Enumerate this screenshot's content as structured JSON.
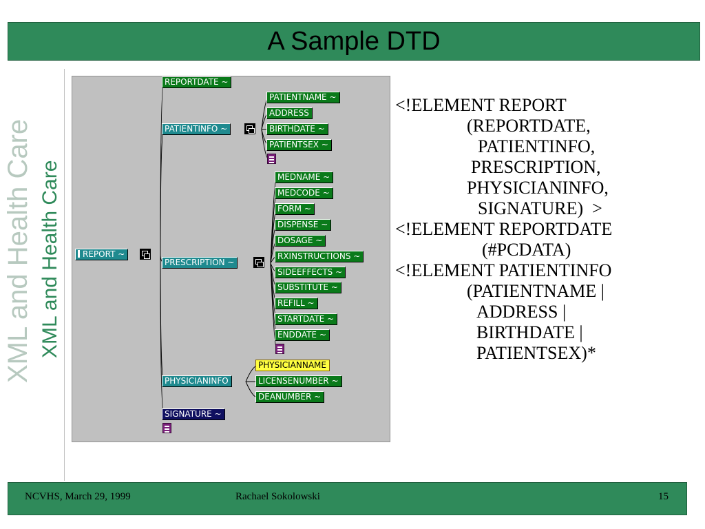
{
  "title": "A Sample DTD",
  "side_label": "XML and Health Care",
  "tree": {
    "root": "REPORT ~",
    "nodes": {
      "reportdate": "REPORTDATE ~",
      "patientinfo": "PATIENTINFO ~",
      "patientname": "PATIENTNAME ~",
      "address": "ADDRESS",
      "birthdate": "BIRTHDATE ~",
      "patientsex": "PATIENTSEX ~",
      "prescription": "PRESCRIPTION ~",
      "medname": "MEDNAME ~",
      "medcode": "MEDCODE ~",
      "form": "FORM ~",
      "dispense": "DISPENSE ~",
      "dosage": "DOSAGE ~",
      "rxinstructions": "RXINSTRUCTIONS ~",
      "sideeffects": "SIDEEFFECTS ~",
      "substitute": "SUBSTITUTE ~",
      "refill": "REFILL ~",
      "startdate": "STARTDATE ~",
      "enddate": "ENDDATE ~",
      "physicianinfo": "PHYSICIANINFO",
      "physicianname": "PHYSICIANNAME",
      "licensenumber": "LICENSENUMBER ~",
      "deanumber": "DEANUMBER ~",
      "signature": "SIGNATURE ~"
    }
  },
  "dtd_lines": [
    "<!ELEMENT REPORT",
    "(REPORTDATE,",
    "PATIENTINFO,",
    "PRESCRIPTION,",
    "PHYSICIANINFO,",
    "SIGNATURE)  >",
    "<!ELEMENT REPORTDATE",
    "(#PCDATA)",
    "<!ELEMENT PATIENTINFO",
    "(PATIENTNAME |",
    "ADDRESS |",
    "BIRTHDATE |",
    "PATIENTSEX)*"
  ],
  "footer": {
    "left": "NCVHS, March 29, 1999",
    "center": "Rachael Sokolowski",
    "page": "15"
  }
}
